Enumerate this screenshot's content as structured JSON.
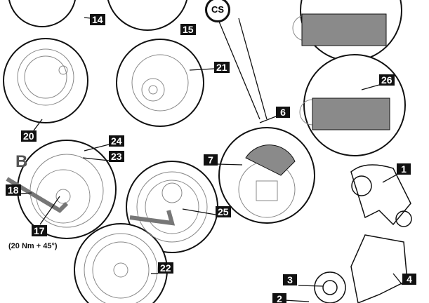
{
  "labels": {
    "l14": "14",
    "l15": "15",
    "cs": "CS",
    "l21": "21",
    "l20": "20",
    "l26": "26",
    "l6": "6",
    "l24": "24",
    "l23": "23",
    "B": "B",
    "l7": "7",
    "l18": "18",
    "l1": "1",
    "l25": "25",
    "l17": "17",
    "torque": "(20 Nm + 45°)",
    "l22": "22",
    "l3": "3",
    "l4": "4",
    "l2": "2"
  },
  "colors": {
    "ink": "#111111",
    "gray": "#8a8a8a",
    "light": "#d0d0d0"
  }
}
